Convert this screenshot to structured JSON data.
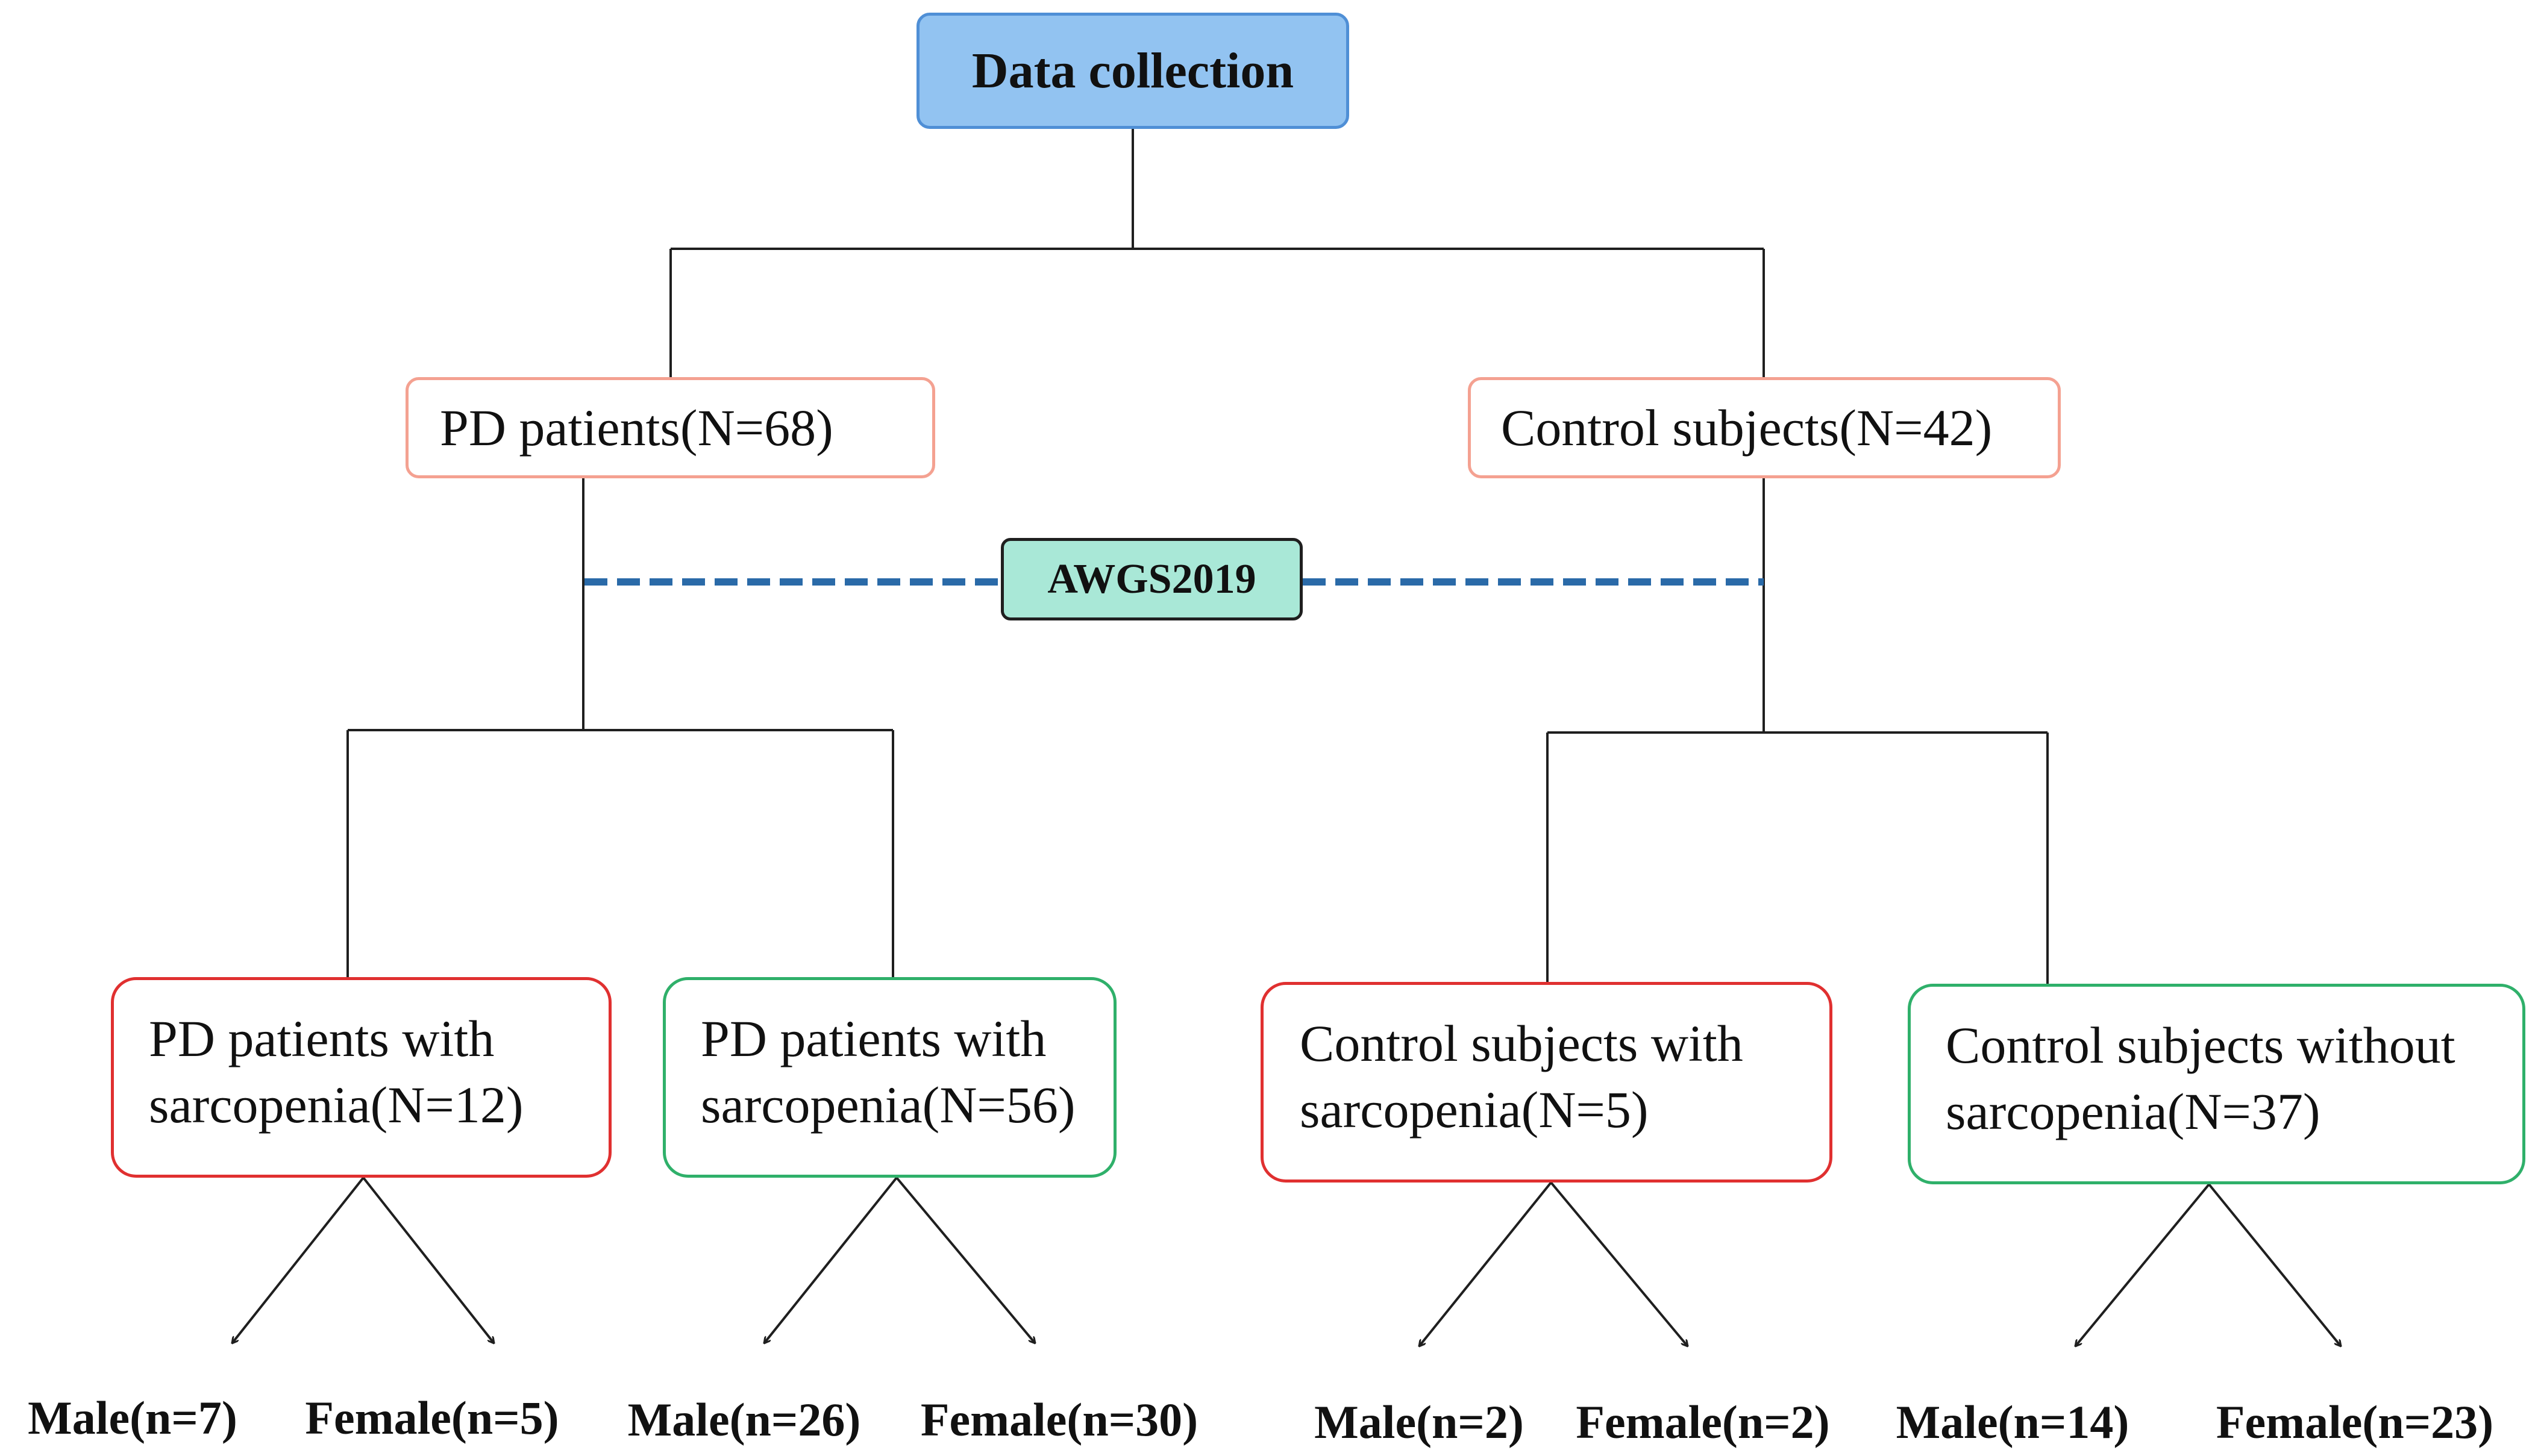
{
  "root": {
    "label": "Data collection"
  },
  "criteria": {
    "label": "AWGS2019"
  },
  "groups": {
    "pd": {
      "label": "PD patients(N=68)"
    },
    "control": {
      "label": "Control subjects(N=42)"
    }
  },
  "subgroups": {
    "pd_sarc": {
      "line1": "PD patients with",
      "line2": "sarcopenia(N=12)"
    },
    "pd_nosarc": {
      "line1": "PD patients with",
      "line2": "sarcopenia(N=56)"
    },
    "ctrl_sarc": {
      "line1": "Control subjects with",
      "line2": "sarcopenia(N=5)"
    },
    "ctrl_nosarc": {
      "line1": "Control subjects without",
      "line2": "sarcopenia(N=37)"
    }
  },
  "counts": {
    "pd_sarc": {
      "male": "Male(n=7)",
      "female": "Female(n=5)"
    },
    "pd_nosarc": {
      "male": "Male(n=26)",
      "female": "Female(n=30)"
    },
    "ctrl_sarc": {
      "male": "Male(n=2)",
      "female": "Female(n=2)"
    },
    "ctrl_nosarc": {
      "male": "Male(n=14)",
      "female": "Female(n=23)"
    }
  },
  "colors": {
    "root_fill": "#92c3f1",
    "criteria_fill": "#a9e8d7",
    "criteria_line": "#2a6aa8",
    "group_border": "#f4a191",
    "sarcopenia_border": "#e03030",
    "no_sarcopenia_border": "#2fb06a"
  }
}
